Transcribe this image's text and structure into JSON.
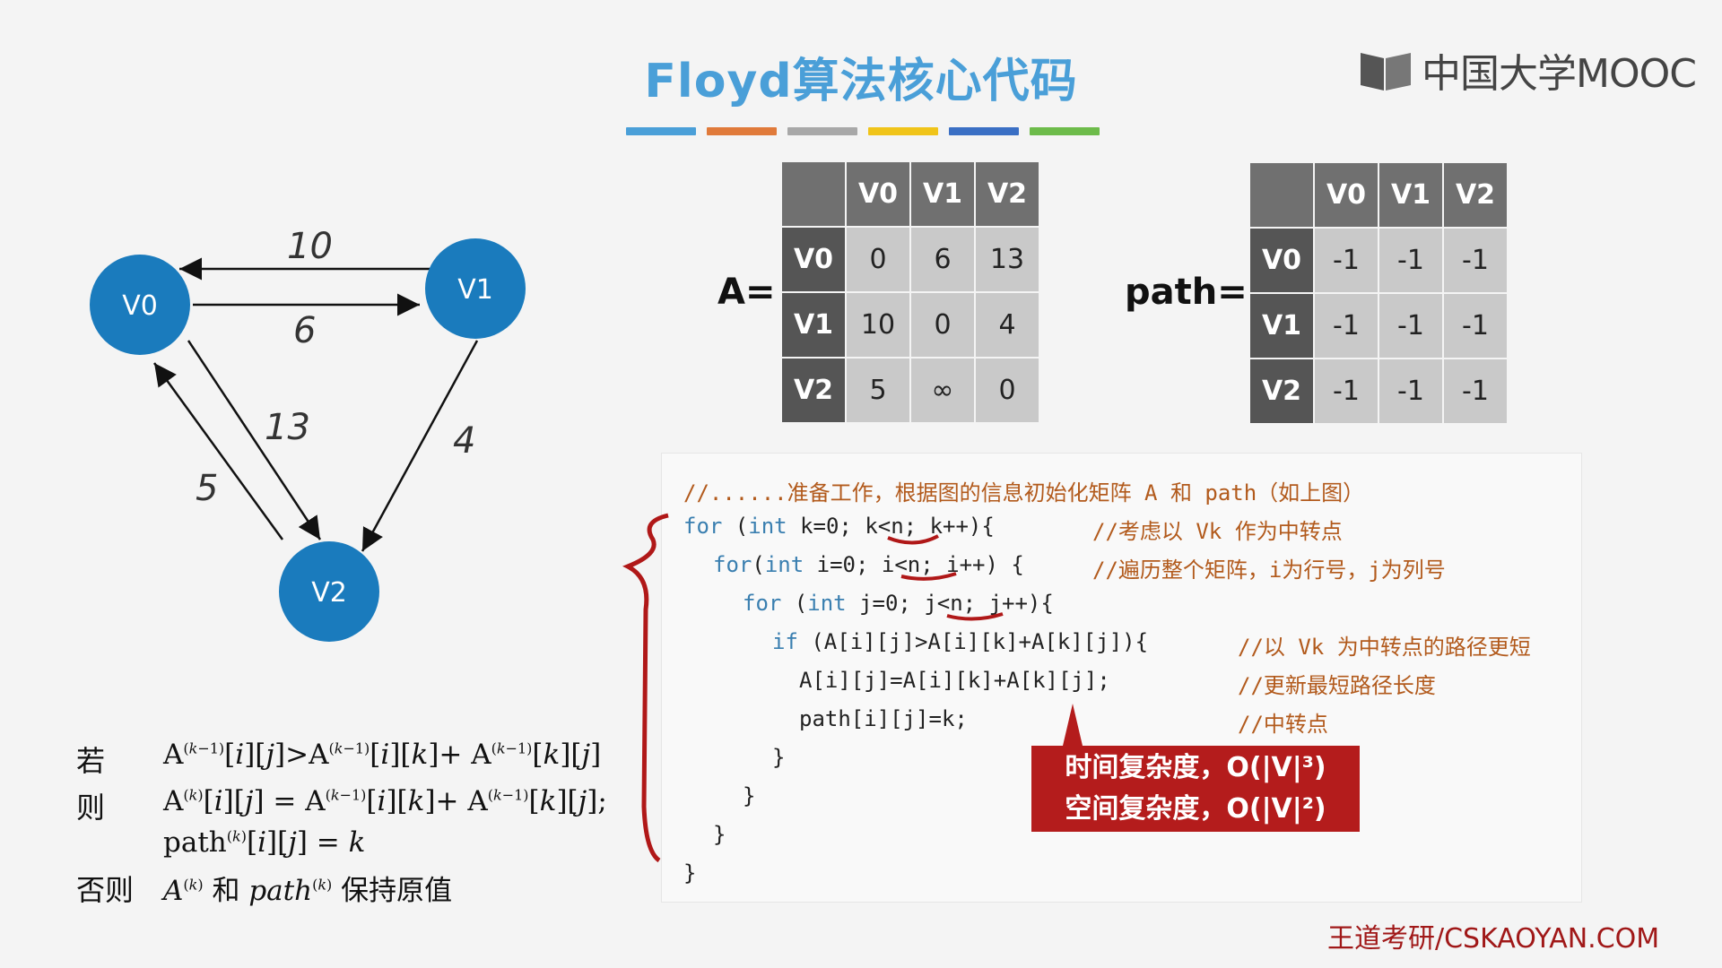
{
  "title": "Floyd算法核心代码",
  "logo": {
    "text": "中国大学MOOC"
  },
  "color_bars": [
    "#4a9fd8",
    "#e07a3a",
    "#a8a8a8",
    "#f0c419",
    "#3a6fc4",
    "#6dbb4a"
  ],
  "graph": {
    "nodes": [
      "V0",
      "V1",
      "V2"
    ],
    "edges": [
      {
        "from": "V1",
        "to": "V0",
        "weight": "10"
      },
      {
        "from": "V0",
        "to": "V1",
        "weight": "6"
      },
      {
        "from": "V0",
        "to": "V2",
        "weight": "13"
      },
      {
        "from": "V1",
        "to": "V2",
        "weight": "4"
      },
      {
        "from": "V2",
        "to": "V0",
        "weight": "5"
      }
    ]
  },
  "matrix_a": {
    "label": "A=",
    "headers": [
      "V0",
      "V1",
      "V2"
    ],
    "rows": [
      {
        "label": "V0",
        "cells": [
          "0",
          "6",
          "13"
        ]
      },
      {
        "label": "V1",
        "cells": [
          "10",
          "0",
          "4"
        ]
      },
      {
        "label": "V2",
        "cells": [
          "5",
          "∞",
          "0"
        ]
      }
    ]
  },
  "matrix_path": {
    "label": "path=",
    "headers": [
      "V0",
      "V1",
      "V2"
    ],
    "rows": [
      {
        "label": "V0",
        "cells": [
          "-1",
          "-1",
          "-1"
        ]
      },
      {
        "label": "V1",
        "cells": [
          "-1",
          "-1",
          "-1"
        ]
      },
      {
        "label": "V2",
        "cells": [
          "-1",
          "-1",
          "-1"
        ]
      }
    ]
  },
  "code": {
    "line0": "//......准备工作，根据图的信息初始化矩阵 A 和 path（如上图）",
    "line1": {
      "kw": "for",
      "a": " (",
      "kw2": "int",
      "b": " k=0; k<n; k++){",
      "comment": "//考虑以 Vk 作为中转点"
    },
    "line2": {
      "kw": "for",
      "a": "(",
      "kw2": "int",
      "b": " i=0; i<n; i++) {",
      "comment": "//遍历整个矩阵，i为行号，j为列号"
    },
    "line3": {
      "kw": "for",
      "a": " (",
      "kw2": "int",
      "b": " j=0; j<n; j++){"
    },
    "line4": {
      "kw": "if",
      "b": " (A[i][j]>A[i][k]+A[k][j]){",
      "comment": "//以 Vk 为中转点的路径更短"
    },
    "line5": {
      "text": "A[i][j]=A[i][k]+A[k][j];",
      "comment": "//更新最短路径长度"
    },
    "line6": {
      "text": "path[i][j]=k;",
      "comment": "//中转点"
    },
    "close1": "}",
    "close2": "}",
    "close3": "}",
    "close4": "}"
  },
  "complexity": {
    "time": "时间复杂度，O(|V|³)",
    "space": "空间复杂度，O(|V|²)"
  },
  "formula": {
    "if_label": "若",
    "then_label": "则",
    "else_label": "否则",
    "else_text": "保持原值",
    "else_and": "和"
  },
  "footer": "王道考研/CSKAOYAN.COM"
}
